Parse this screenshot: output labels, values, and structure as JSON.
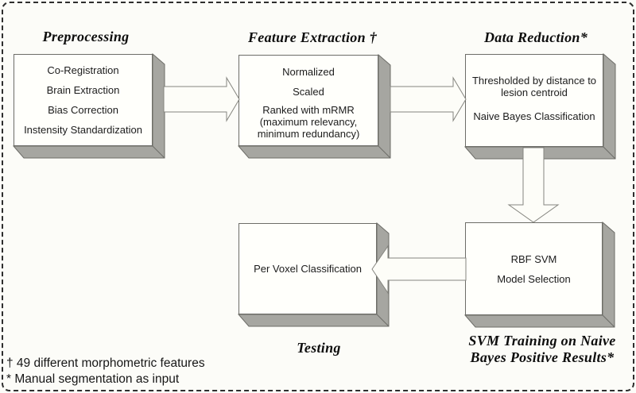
{
  "preprocessing": {
    "title": "Preprocessing",
    "items": [
      "Co-Registration",
      "Brain Extraction",
      "Bias Correction",
      "Instensity Standardization"
    ]
  },
  "feature_extraction": {
    "title": "Feature Extraction †",
    "items": [
      "Normalized",
      "Scaled",
      "Ranked with mRMR\n(maximum relevancy,\nminimum redundancy)"
    ]
  },
  "data_reduction": {
    "title": "Data Reduction*",
    "items": [
      "Thresholded by distance  to\nlesion centroid",
      "Naive Bayes Classification"
    ]
  },
  "svm_training": {
    "title": "SVM Training on Naive\nBayes Positive Results*",
    "items": [
      "RBF SVM",
      "Model Selection"
    ]
  },
  "testing": {
    "title": "Testing",
    "items": [
      "Per Voxel Classification"
    ]
  },
  "footnotes": [
    "† 49 different morphometric features",
    "* Manual segmentation as input"
  ],
  "colors": {
    "box_face": "#fffffb",
    "box_shadow": "#a6a6a1",
    "outline": "#6d6d68",
    "arrow_fill": "#fdfdf8",
    "arrow_outline": "#85857f"
  }
}
